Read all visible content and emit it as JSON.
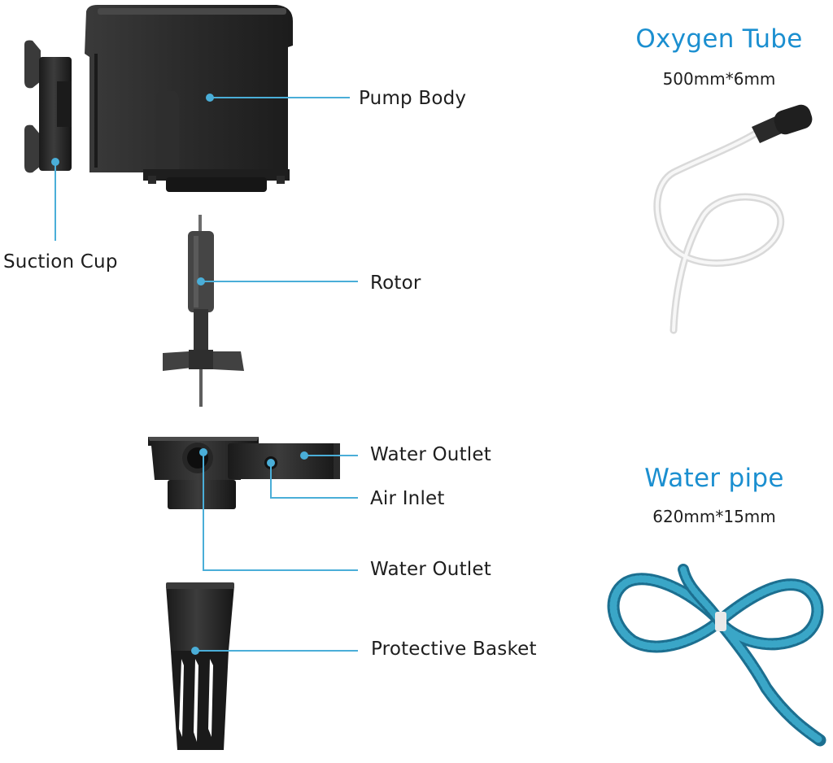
{
  "parts": {
    "pump_body": "Pump Body",
    "suction_cup": "Suction Cup",
    "rotor": "Rotor",
    "water_outlet_side": "Water Outlet",
    "air_inlet": "Air Inlet",
    "water_outlet_bottom": "Water Outlet",
    "protective_basket": "Protective Basket"
  },
  "accessories": {
    "oxygen_tube": {
      "title": "Oxygen Tube",
      "dimensions": "500mm*6mm"
    },
    "water_pipe": {
      "title": "Water pipe",
      "dimensions": "620mm*15mm"
    }
  },
  "colors": {
    "accent": "#1b8fd0",
    "leader_line": "#4aaed8",
    "pump_black": "#232323",
    "hose_blue": "#1c7ea3"
  }
}
